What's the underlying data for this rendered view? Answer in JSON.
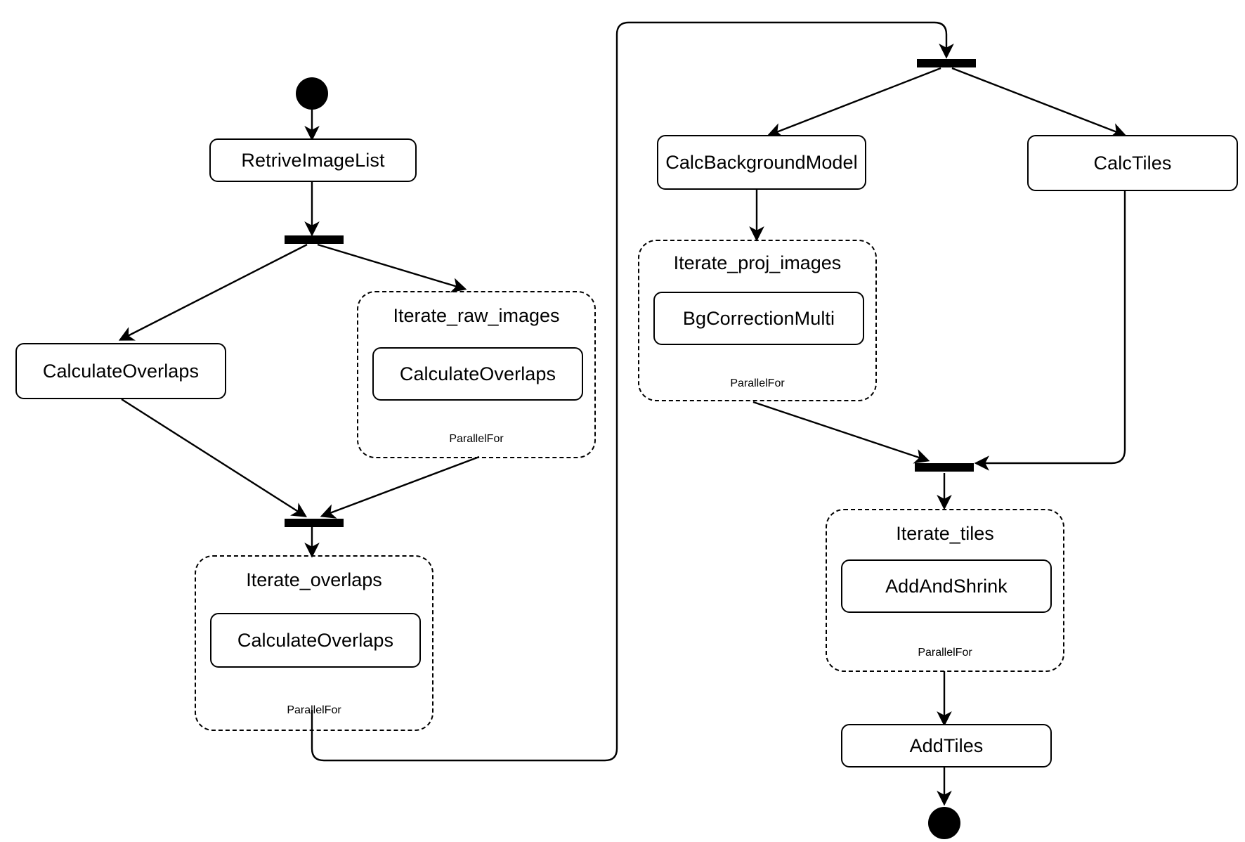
{
  "diagram": {
    "type": "uml-activity-diagram",
    "colors": {
      "stroke": "#000000",
      "fill": "#ffffff",
      "node_fill": "#ffffff"
    },
    "nodes": [
      {
        "id": "start",
        "kind": "initial-node",
        "label": ""
      },
      {
        "id": "retrive_image_list",
        "kind": "action",
        "label": "RetriveImageList"
      },
      {
        "id": "fork1",
        "kind": "fork-bar",
        "label": ""
      },
      {
        "id": "calc_overlaps_left",
        "kind": "action",
        "label": "CalculateOverlaps"
      },
      {
        "id": "iterate_raw_images",
        "kind": "expansion-region",
        "label": "Iterate_raw_images",
        "footer": "ParallelFor"
      },
      {
        "id": "calc_overlaps_raw",
        "kind": "action",
        "label": "CalculateOverlaps"
      },
      {
        "id": "join1",
        "kind": "join-bar",
        "label": ""
      },
      {
        "id": "iterate_overlaps",
        "kind": "expansion-region",
        "label": "Iterate_overlaps",
        "footer": "ParallelFor"
      },
      {
        "id": "calc_overlaps_ov",
        "kind": "action",
        "label": "CalculateOverlaps"
      },
      {
        "id": "fork2",
        "kind": "fork-bar",
        "label": ""
      },
      {
        "id": "calc_background",
        "kind": "action",
        "label": "CalcBackgroundModel"
      },
      {
        "id": "calc_tiles",
        "kind": "action",
        "label": "CalcTiles"
      },
      {
        "id": "iterate_proj",
        "kind": "expansion-region",
        "label": "Iterate_proj_images",
        "footer": "ParallelFor"
      },
      {
        "id": "bg_correction",
        "kind": "action",
        "label": "BgCorrectionMulti"
      },
      {
        "id": "join2",
        "kind": "join-bar",
        "label": ""
      },
      {
        "id": "iterate_tiles",
        "kind": "expansion-region",
        "label": "Iterate_tiles",
        "footer": "ParallelFor"
      },
      {
        "id": "add_and_shrink",
        "kind": "action",
        "label": "AddAndShrink"
      },
      {
        "id": "add_tiles",
        "kind": "action",
        "label": "AddTiles"
      },
      {
        "id": "end",
        "kind": "final-node",
        "label": ""
      }
    ],
    "edges": [
      {
        "from": "start",
        "to": "retrive_image_list"
      },
      {
        "from": "retrive_image_list",
        "to": "fork1"
      },
      {
        "from": "fork1",
        "to": "calc_overlaps_left"
      },
      {
        "from": "fork1",
        "to": "iterate_raw_images"
      },
      {
        "from": "calc_overlaps_left",
        "to": "join1"
      },
      {
        "from": "iterate_raw_images",
        "to": "join1"
      },
      {
        "from": "join1",
        "to": "iterate_overlaps"
      },
      {
        "from": "iterate_overlaps",
        "to": "fork2"
      },
      {
        "from": "fork2",
        "to": "calc_background"
      },
      {
        "from": "fork2",
        "to": "calc_tiles"
      },
      {
        "from": "calc_background",
        "to": "iterate_proj"
      },
      {
        "from": "iterate_proj",
        "to": "join2"
      },
      {
        "from": "calc_tiles",
        "to": "join2"
      },
      {
        "from": "join2",
        "to": "iterate_tiles"
      },
      {
        "from": "iterate_tiles",
        "to": "add_tiles"
      },
      {
        "from": "add_tiles",
        "to": "end"
      }
    ],
    "labels": {
      "retrive_image_list": "RetriveImageList",
      "calc_overlaps_left": "CalculateOverlaps",
      "iterate_raw_images_title": "Iterate_raw_images",
      "iterate_raw_images_footer": "ParallelFor",
      "calc_overlaps_raw": "CalculateOverlaps",
      "iterate_overlaps_title": "Iterate_overlaps",
      "iterate_overlaps_footer": "ParallelFor",
      "calc_overlaps_ov": "CalculateOverlaps",
      "calc_background": "CalcBackgroundModel",
      "calc_tiles": "CalcTiles",
      "iterate_proj_title": "Iterate_proj_images",
      "iterate_proj_footer": "ParallelFor",
      "bg_correction": "BgCorrectionMulti",
      "iterate_tiles_title": "Iterate_tiles",
      "iterate_tiles_footer": "ParallelFor",
      "add_and_shrink": "AddAndShrink",
      "add_tiles": "AddTiles"
    }
  }
}
